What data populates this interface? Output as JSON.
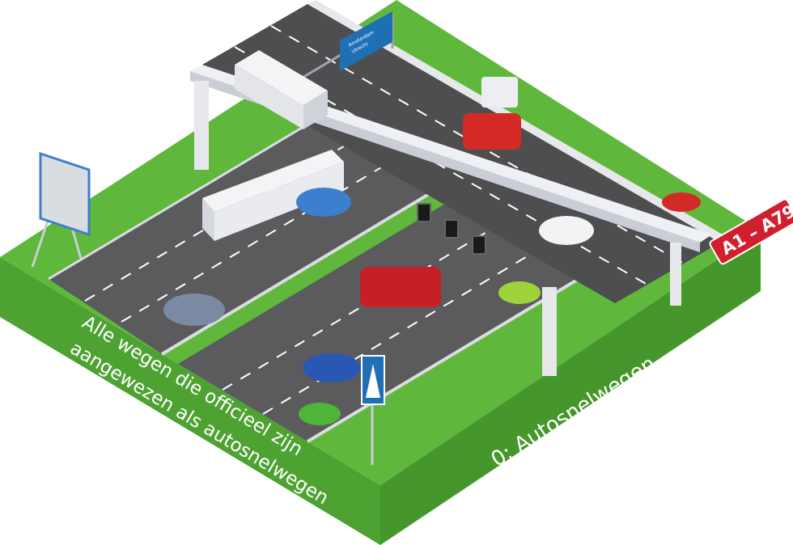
{
  "road_badge": {
    "text": "A1 – A79",
    "color": "#d11f2e"
  },
  "left_caption": {
    "line1": "Alle wegen die officieel zijn",
    "line2": "aangewezen als autosnelwegen"
  },
  "right_caption": {
    "text": "0: Autosnelwegen"
  },
  "overhead_sign": {
    "line1": "Amsterdam",
    "line2": "Utrecht",
    "color": "#1f6fb5"
  },
  "colors": {
    "grass": "#52ac32",
    "grass_side": "#3f8c28",
    "asphalt": "#5b5b5d",
    "barrier": "#d9dde2"
  }
}
